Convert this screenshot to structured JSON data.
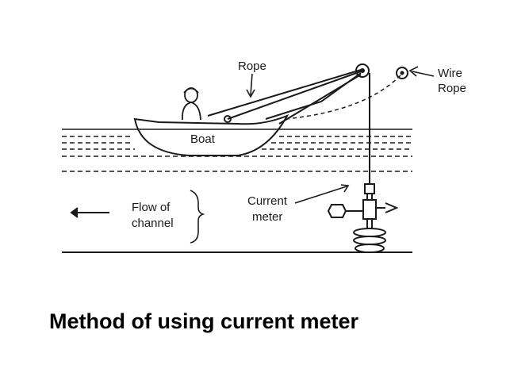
{
  "labels": {
    "rope": "Rope",
    "wire_line1": "Wire",
    "wire_line2": "Rope",
    "boat": "Boat",
    "flow_line1": "Flow of",
    "flow_line2": "channel",
    "meter_line1": "Current",
    "meter_line2": "meter"
  },
  "caption": "Method of using current meter"
}
